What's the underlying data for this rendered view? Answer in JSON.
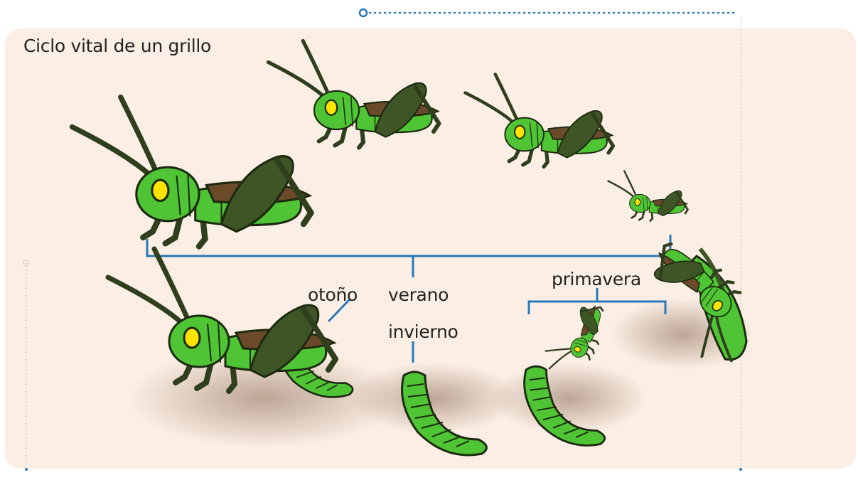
{
  "title": "Ciclo vital de un grillo",
  "labels": {
    "autumn": "otoño",
    "summer": "verano",
    "winter": "invierno",
    "spring": "primavera"
  },
  "colors": {
    "panel": "#fbeee4",
    "bracket": "#2a78b8",
    "dots": "#2a78b8",
    "insect_green": "#4fc434",
    "insect_dark": "#3a5124",
    "wing_brown": "#6b4a2a",
    "eye": "#ffe400"
  }
}
